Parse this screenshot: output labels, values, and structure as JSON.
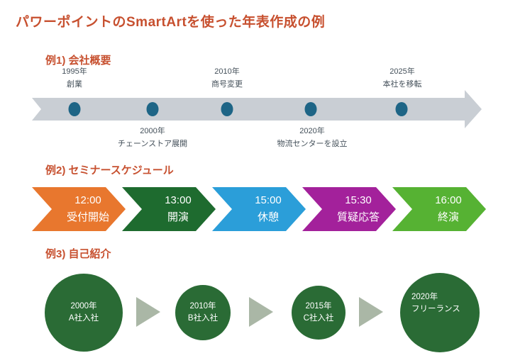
{
  "title": "パワーポイントのSmartArtを使った年表作成の例",
  "colors": {
    "heading_red": "#C7502F",
    "timeline_band": "#C9CED4",
    "timeline_dot": "#1E6586",
    "label_text": "#44505A",
    "circle_green": "#2A6B35",
    "arrow_gray": "#AAB7A6"
  },
  "example1": {
    "heading": "例1) 会社概要",
    "events_top": [
      {
        "year": "1995年",
        "label": "創業"
      },
      {
        "year": "2010年",
        "label": "商号変更"
      },
      {
        "year": "2025年",
        "label": "本社を移転"
      }
    ],
    "events_bottom": [
      {
        "year": "2000年",
        "label": "チェーンストア展開"
      },
      {
        "year": "2020年",
        "label": "物流センターを設立"
      }
    ]
  },
  "example2": {
    "heading": "例2) セミナースケジュール",
    "steps": [
      {
        "time": "12:00",
        "label": "受付開始",
        "color": "#E8772E"
      },
      {
        "time": "13:00",
        "label": "開演",
        "color": "#1E6B2F"
      },
      {
        "time": "15:00",
        "label": "休憩",
        "color": "#2B9ED9"
      },
      {
        "time": "15:30",
        "label": "質疑応答",
        "color": "#A3219B"
      },
      {
        "time": "16:00",
        "label": "終演",
        "color": "#56B233"
      }
    ]
  },
  "example3": {
    "heading": "例3) 自己紹介",
    "milestones": [
      {
        "year": "2000年",
        "label": "A社入社",
        "emphasis": "large"
      },
      {
        "year": "2010年",
        "label": "B社入社",
        "emphasis": "small"
      },
      {
        "year": "2015年",
        "label": "C社入社",
        "emphasis": "small"
      },
      {
        "year": "2020年",
        "label": "フリーランス",
        "emphasis": "large"
      }
    ]
  }
}
